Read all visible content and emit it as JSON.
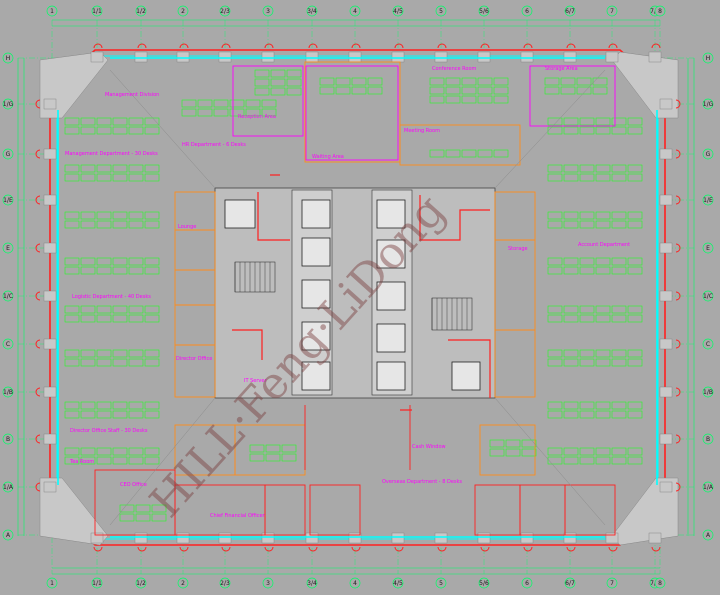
{
  "colors": {
    "background": "#a9a9a9",
    "wall": "#c8c8c8",
    "grid": "#00ff66",
    "label": "#ff00ff",
    "red": "#ff2020",
    "cyan": "#00ffff",
    "orange": "#ff8c1a",
    "furniture": "#22ff22",
    "core": "#3a3a3a"
  },
  "grid": {
    "columns": [
      "1",
      "1/1",
      "1/2",
      "2",
      "2/3",
      "3",
      "3/4",
      "4",
      "4/5",
      "5",
      "5/6",
      "6",
      "6/7",
      "7",
      "7/8",
      "8"
    ],
    "rows": [
      "H",
      "1/G",
      "G",
      "1/E",
      "E",
      "1/C",
      "C",
      "1/B",
      "B",
      "1/A",
      "A"
    ]
  },
  "rooms": [
    {
      "name": "Management Division"
    },
    {
      "name": "Management Department - 30 Desks"
    },
    {
      "name": "HR Department - 6 Desks"
    },
    {
      "name": "Reception Area"
    },
    {
      "name": "Waiting Area"
    },
    {
      "name": "Meeting Room"
    },
    {
      "name": "Conference Room"
    },
    {
      "name": "Storage Area"
    },
    {
      "name": "Lounge"
    },
    {
      "name": "Storage"
    },
    {
      "name": "Logistic Department - 40 Desks"
    },
    {
      "name": "Director Office"
    },
    {
      "name": "Account Department"
    },
    {
      "name": "Director Office Staff - 30 Desks"
    },
    {
      "name": "IT Server"
    },
    {
      "name": "Cash Window"
    },
    {
      "name": "Tea Room"
    },
    {
      "name": "CEO Office"
    },
    {
      "name": "Chief Financial Officer"
    },
    {
      "name": "Overseas Department - 8 Desks"
    }
  ],
  "watermark": "HILL·Feng·LiDong"
}
